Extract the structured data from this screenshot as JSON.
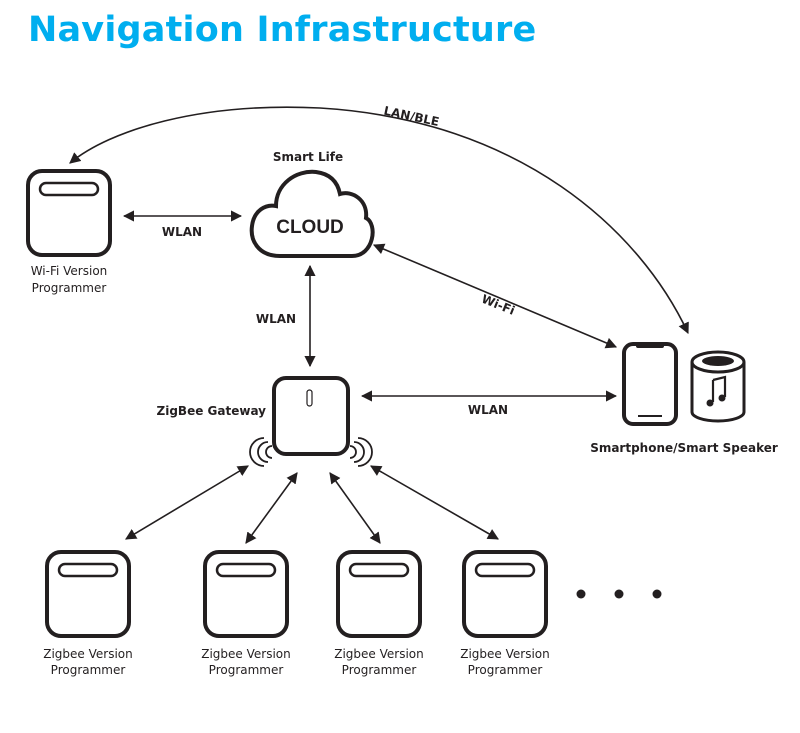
{
  "title": "Navigation Infrastructure",
  "colors": {
    "title": "#00aeef",
    "ink": "#231f20"
  },
  "cloud": {
    "caption": "Smart Life",
    "text": "CLOUD"
  },
  "wifi_programmer": {
    "label_line1": "Wi-Fi Version",
    "label_line2": "Programmer"
  },
  "gateway": {
    "label": "ZigBee Gateway"
  },
  "endpoint": {
    "label": "Smartphone/Smart Speaker"
  },
  "links": {
    "programmer_cloud": "WLAN",
    "cloud_gateway": "WLAN",
    "gateway_phone": "WLAN",
    "cloud_phone": "Wi-Fi",
    "phone_programmer": "LAN/BLE"
  },
  "zigbee_programmers": [
    {
      "label_line1": "Zigbee Version",
      "label_line2": "Programmer"
    },
    {
      "label_line1": "Zigbee Version",
      "label_line2": "Programmer"
    },
    {
      "label_line1": "Zigbee Version",
      "label_line2": "Programmer"
    },
    {
      "label_line1": "Zigbee Version",
      "label_line2": "Programmer"
    }
  ],
  "more_indicator": "ellipsis"
}
